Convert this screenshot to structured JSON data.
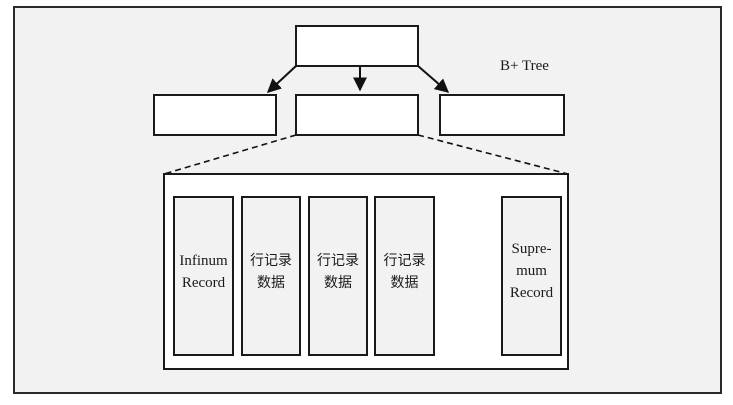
{
  "title": "B+ Tree",
  "page_records": [
    {
      "id": "infimum",
      "text": "Infinum\nRecord"
    },
    {
      "id": "row1",
      "text": "行记录\n数据"
    },
    {
      "id": "row2",
      "text": "行记录\n数据"
    },
    {
      "id": "row3",
      "text": "行记录\n数据"
    },
    {
      "id": "supremum",
      "text": "Supre-\nmum\nRecord"
    }
  ]
}
